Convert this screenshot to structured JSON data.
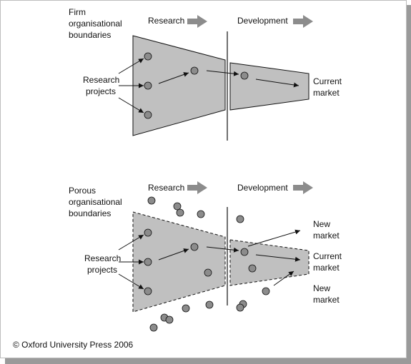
{
  "colors": {
    "funnel_fill": "#c0c0c0",
    "dot_fill": "#8c8c8c",
    "header_arrow": "#8c8c8c",
    "frame_shadow": "#9a9a9a",
    "frame_border": "#bdbdbd",
    "line": "#111111"
  },
  "top": {
    "boundary_label": [
      "Firm",
      "organisational",
      "boundaries"
    ],
    "research_label": "Research",
    "development_label": "Development",
    "projects_label": [
      "Research",
      "projects"
    ],
    "market_label": [
      "Current",
      "market"
    ]
  },
  "bottom": {
    "boundary_label": [
      "Porous",
      "organisational",
      "boundaries"
    ],
    "research_label": "Research",
    "development_label": "Development",
    "projects_label": [
      "Research",
      "projects"
    ],
    "new_market_upper": [
      "New",
      "market"
    ],
    "current_market": [
      "Current",
      "market"
    ],
    "new_market_lower": [
      "New",
      "market"
    ]
  },
  "copyright": "© Oxford University Press 2006"
}
